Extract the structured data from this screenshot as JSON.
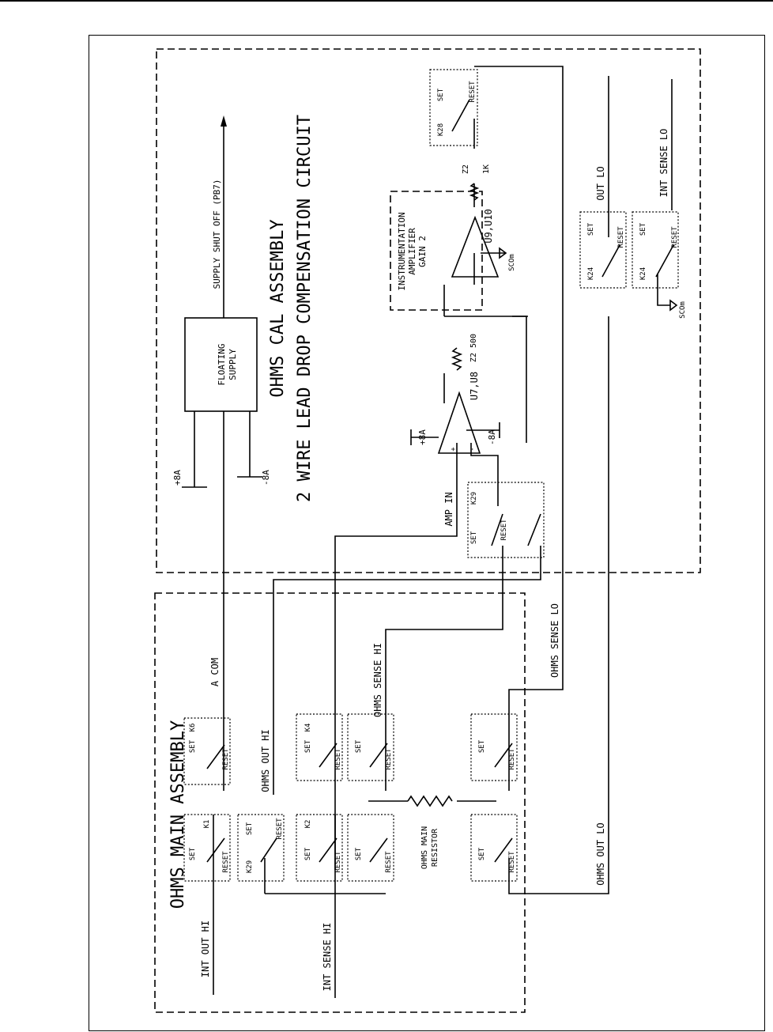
{
  "assemblies": {
    "main_title": "OHMS MAIN ASSEMBLY",
    "cal_title": "OHMS CAL ASSEMBLY",
    "cal_subtitle": "2 WIRE LEAD DROP COMPENSATION CIRCUIT"
  },
  "blocks": {
    "floating_supply": [
      "FLOATING",
      "SUPPLY"
    ],
    "inst_amp": [
      "INSTRUMENTATION",
      "AMPLIFIER",
      "GAIN 2"
    ]
  },
  "parts": {
    "amp1": "U7,U8",
    "amp2": "U9,U10",
    "res_500": "Z2 500",
    "res_1k_a": "Z2",
    "res_1k_b": "1K",
    "main_resistor": [
      "OHMS MAIN",
      "RESISTOR"
    ],
    "plus8a_a": "+8A",
    "minus8a_a": "-8A",
    "plus8a_b": "+8A",
    "minus8a_b": "-8A",
    "amp_plus": "+",
    "amp_minus": "-",
    "scom_1": "SCOm",
    "scom_2": "SCOm"
  },
  "relays": {
    "k1": "K1",
    "k6": "K6",
    "k29_main": "K29",
    "k2": "K2",
    "k4": "K4",
    "k29_cal": "K29",
    "k28": "K28",
    "k24_a": "K24",
    "k24_b": "K24",
    "set": "SET",
    "reset": "RESET"
  },
  "signals": {
    "int_out_hi": "INT OUT HI",
    "int_sense_hi": "INT SENSE HI",
    "a_com": "A COM",
    "ohms_out_hi": "OHMS OUT HI",
    "ohms_sense_hi": "OHMS SENSE HI",
    "ohms_sense_lo": "OHMS SENSE LO",
    "ohms_out_lo": "OHMS OUT LO",
    "supply_shut_off": "SUPPLY SHUT OFF (PB7)",
    "amp_in": "AMP IN",
    "out_lo": "OUT LO",
    "int_sense_lo": "INT SENSE LO"
  }
}
